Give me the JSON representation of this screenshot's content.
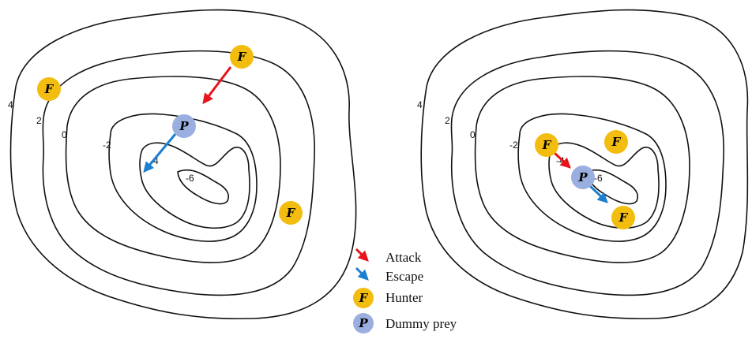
{
  "panels": [
    {
      "contour_labels": [
        "4",
        "2",
        "0",
        "-2",
        "-4",
        "-6"
      ],
      "hunter_letter": "F",
      "prey_letter": "P"
    },
    {
      "contour_labels": [
        "4",
        "2",
        "0",
        "-2",
        "-4",
        "-6"
      ],
      "hunter_letter": "F",
      "prey_letter": "P"
    }
  ],
  "legend": {
    "attack": {
      "label": "Attack",
      "color": "#e8141c"
    },
    "escape": {
      "label": "Escape",
      "color": "#1d7fd0"
    },
    "hunter": {
      "label": "Hunter",
      "letter": "F",
      "color": "#f2bd0f"
    },
    "prey": {
      "label": "Dummy prey",
      "letter": "P",
      "color": "#9aaee0"
    }
  }
}
